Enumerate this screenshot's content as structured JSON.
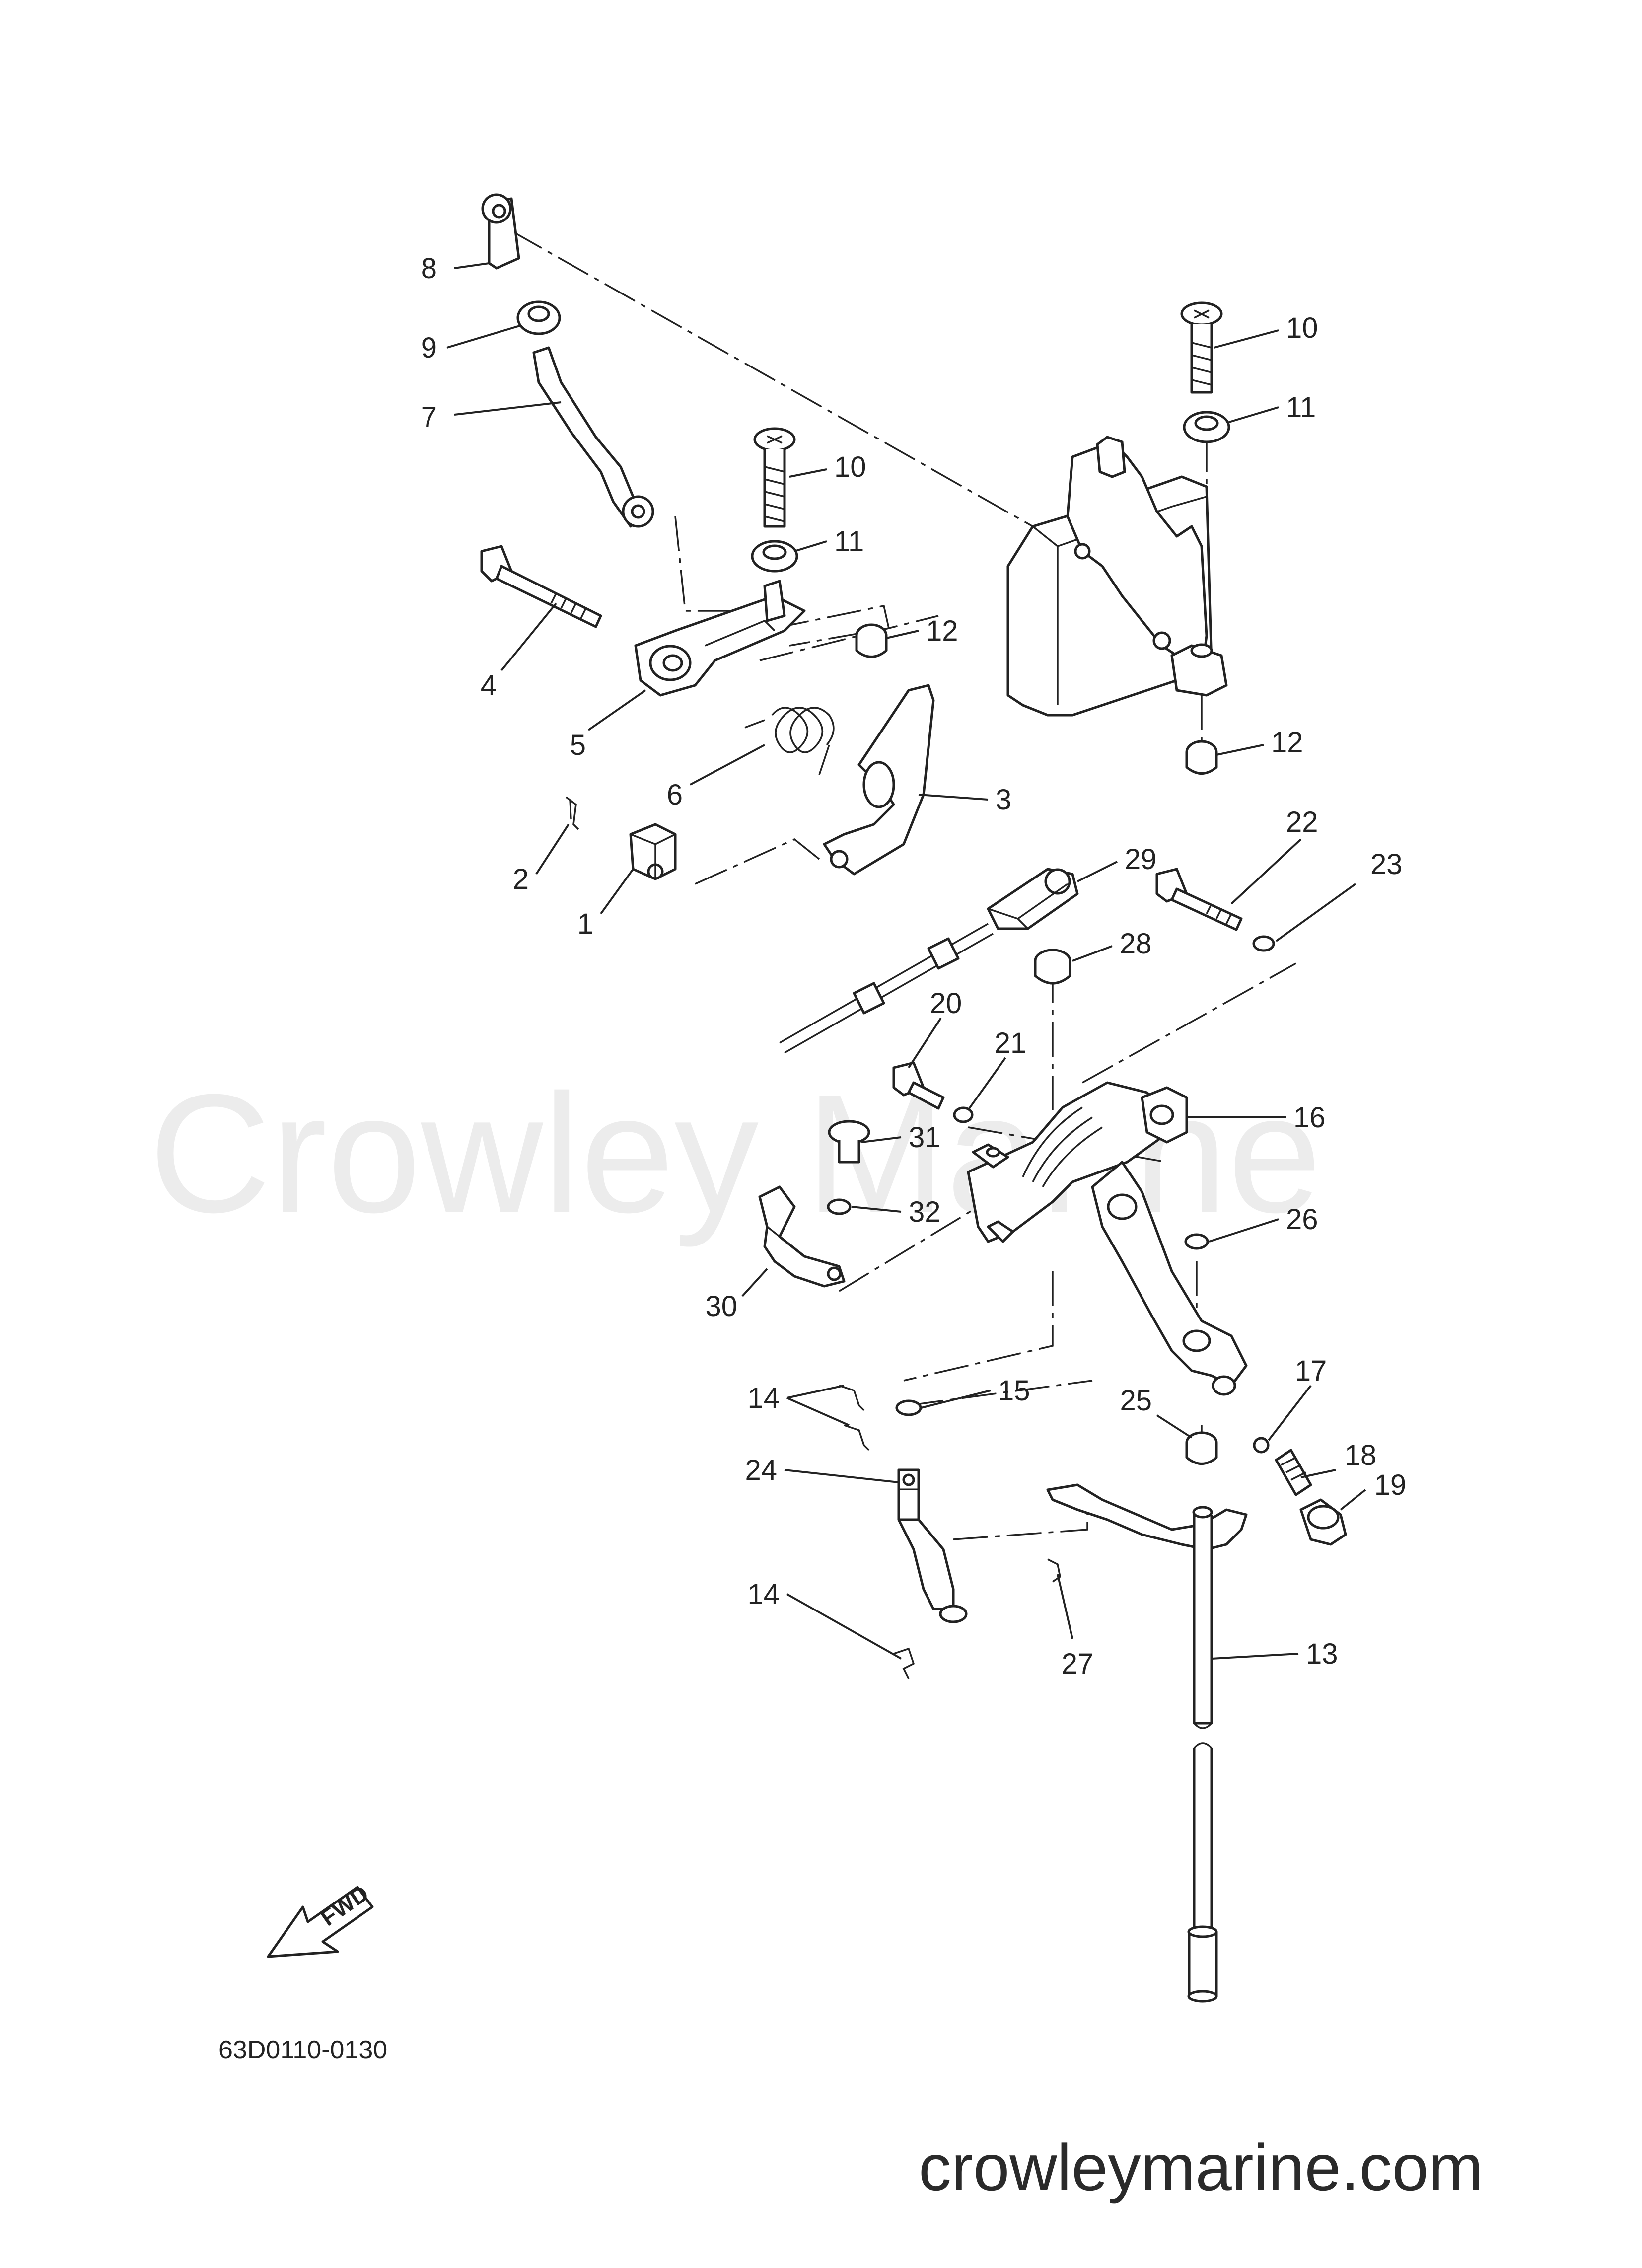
{
  "diagram": {
    "watermark": "Crowley Marine",
    "website": "crowleymarine.com",
    "diagram_code": "63D0110-0130",
    "fwd_label": "FWD",
    "callouts": [
      "8",
      "9",
      "7",
      "10",
      "11",
      "4",
      "5",
      "12",
      "6",
      "3",
      "2",
      "1",
      "10",
      "11",
      "12",
      "22",
      "29",
      "23",
      "28",
      "20",
      "21",
      "16",
      "31",
      "32",
      "26",
      "30",
      "14",
      "15",
      "17",
      "25",
      "18",
      "24",
      "19",
      "14",
      "27",
      "13"
    ]
  }
}
